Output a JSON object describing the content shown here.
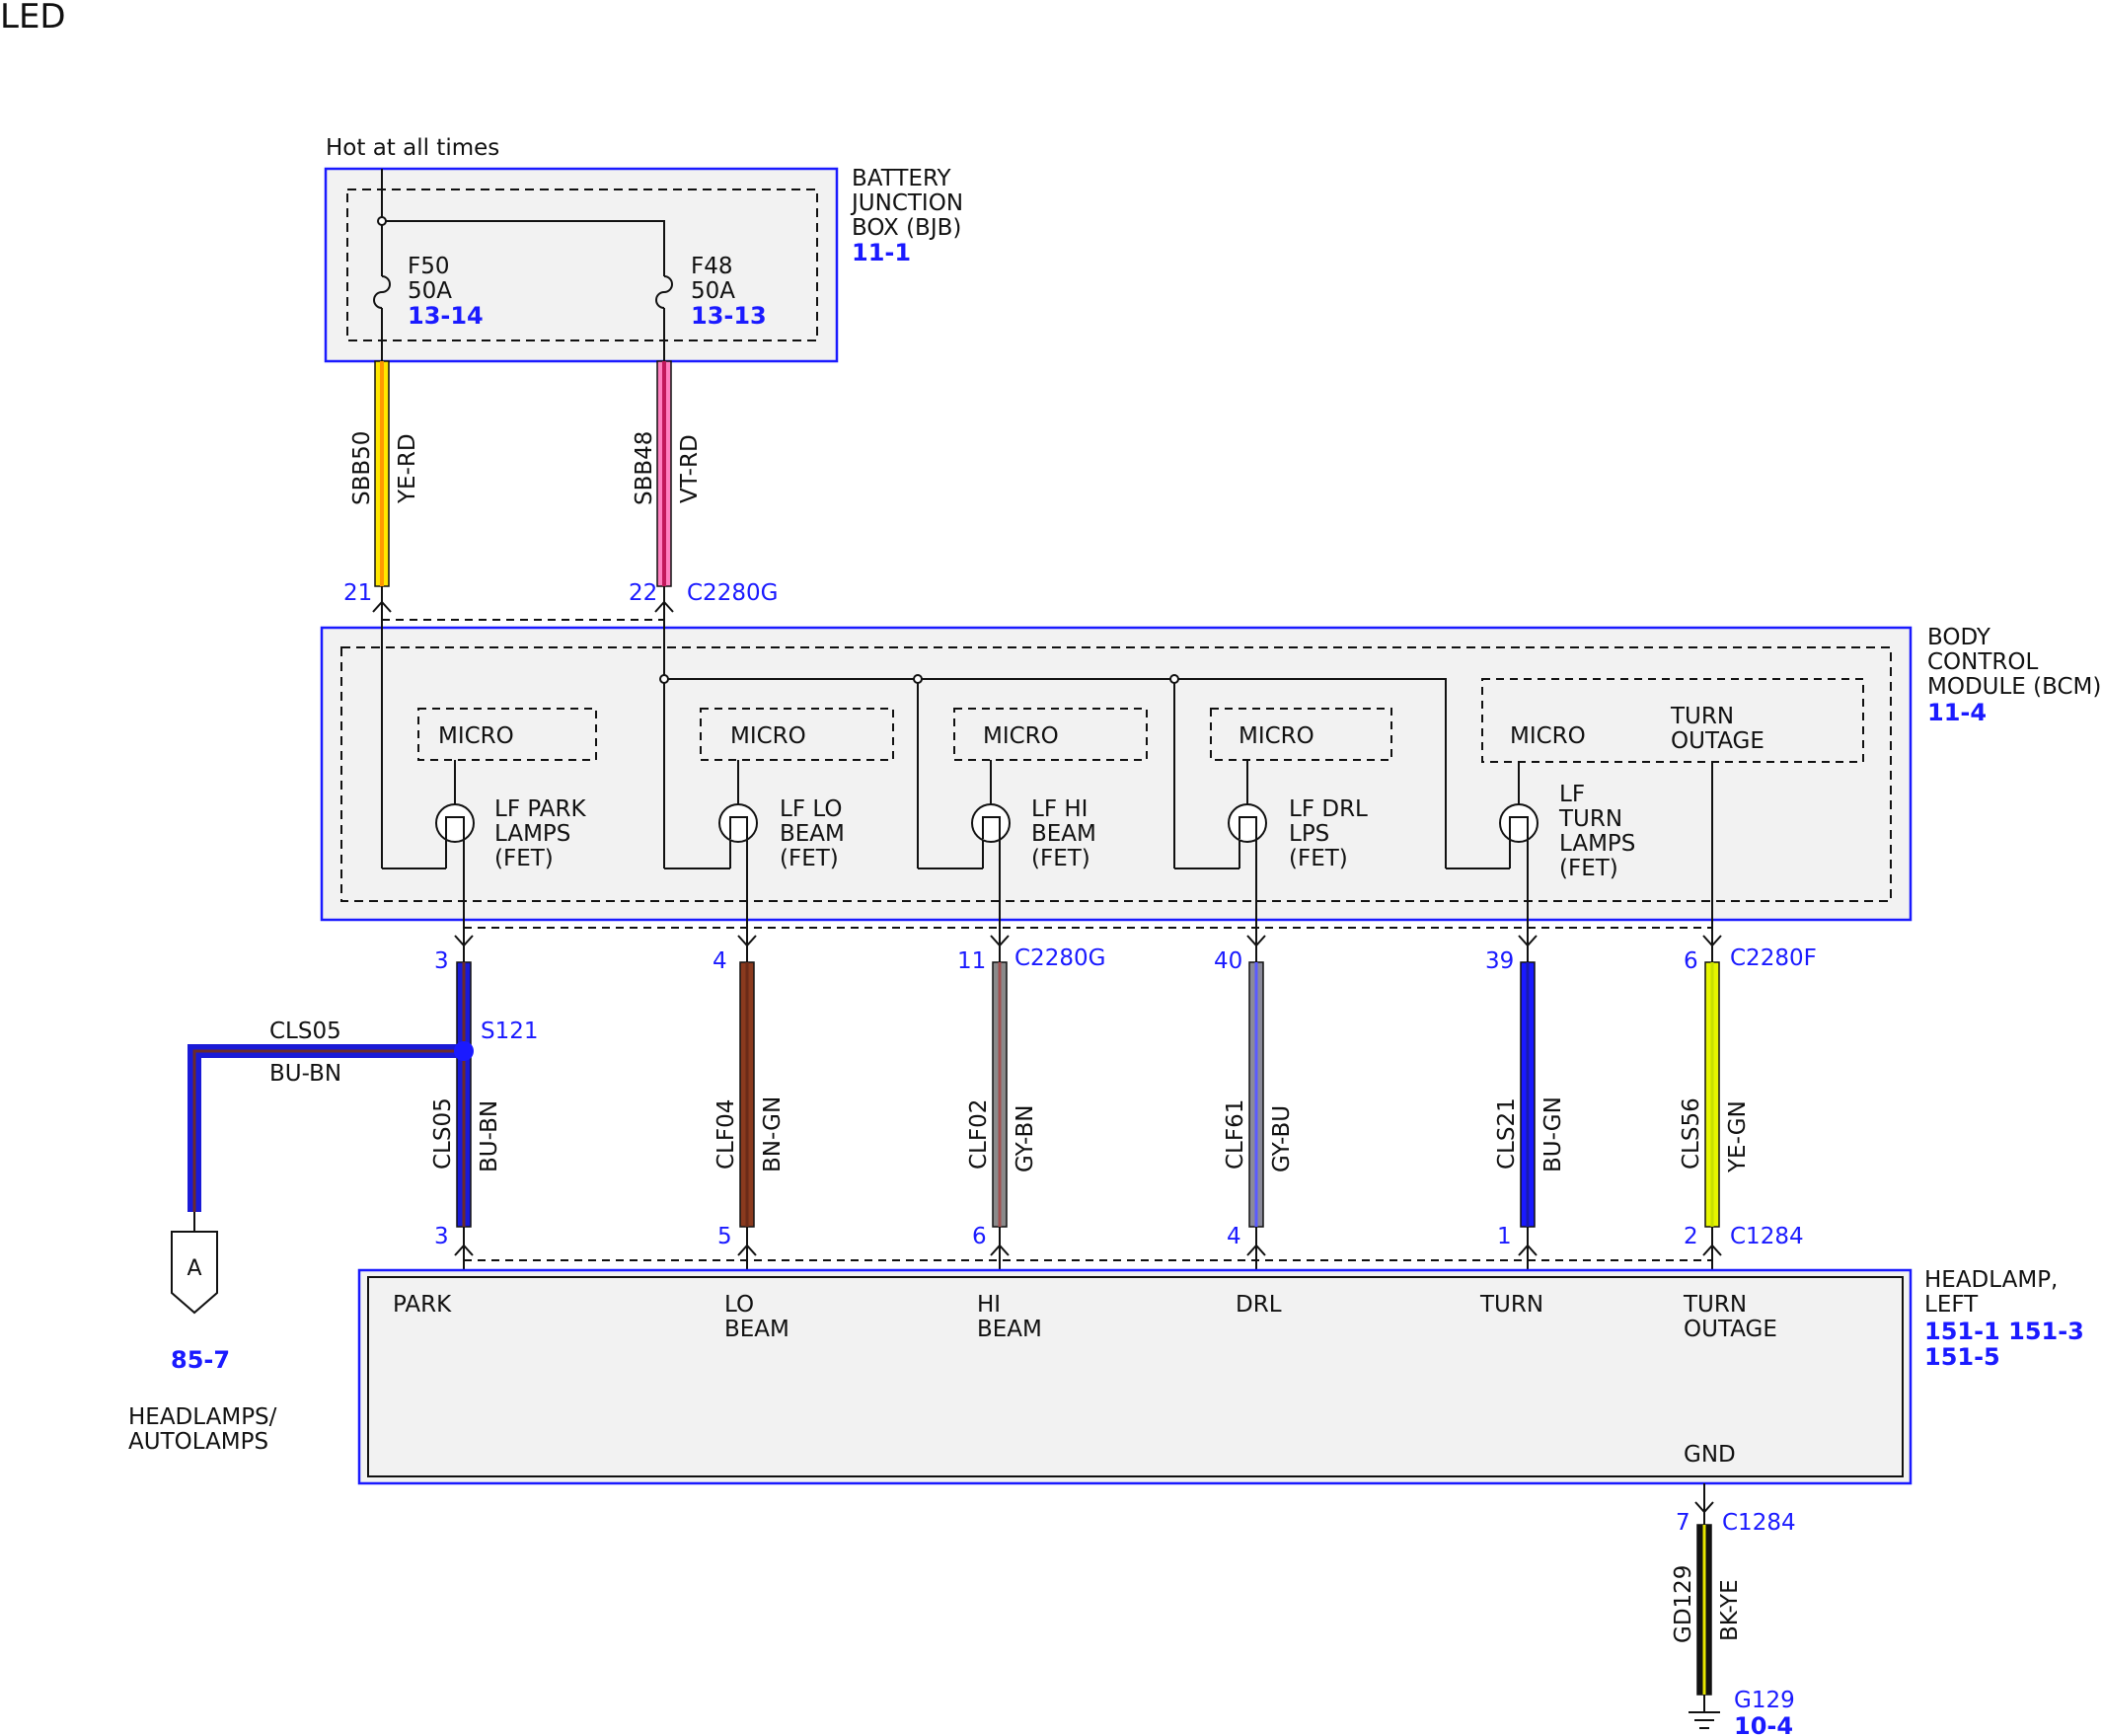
{
  "page_title": "LED",
  "colors": {
    "accent_blue": "#1a1aff",
    "box_fill": "#f2f2f2"
  },
  "bjb": {
    "supply_label": "Hot at all times",
    "name_lines": [
      "BATTERY",
      "JUNCTION",
      "BOX (BJB)"
    ],
    "ref": "11-1",
    "fuses": [
      {
        "id": "F50",
        "rating": "50A",
        "ref": "13-14"
      },
      {
        "id": "F48",
        "rating": "50A",
        "ref": "13-13"
      }
    ]
  },
  "supply_wires": [
    {
      "circuit": "SBB50",
      "color_code": "YE-RD",
      "pin": "21",
      "stripe": [
        "#ff9900",
        "#ffe600"
      ]
    },
    {
      "circuit": "SBB48",
      "color_code": "VT-RD",
      "pin": "22",
      "connector": "C2280G",
      "stripe": [
        "#c2185b",
        "#ff80c0"
      ]
    }
  ],
  "bcm": {
    "name_lines": [
      "BODY",
      "CONTROL",
      "MODULE (BCM)"
    ],
    "ref": "11-4",
    "micro_label": "MICRO",
    "turn_outage_lines": [
      "TURN",
      "OUTAGE"
    ],
    "outputs": [
      {
        "lines": [
          "LF PARK",
          "LAMPS",
          "(FET)"
        ]
      },
      {
        "lines": [
          "LF LO",
          "BEAM",
          "(FET)"
        ]
      },
      {
        "lines": [
          "LF HI",
          "BEAM",
          "(FET)"
        ]
      },
      {
        "lines": [
          "LF DRL",
          "LPS",
          "(FET)"
        ]
      },
      {
        "lines": [
          "LF",
          "TURN",
          "LAMPS",
          "(FET)"
        ]
      }
    ]
  },
  "output_wires": [
    {
      "circuit": "CLS05",
      "color_code": "BU-BN",
      "bcm_pin": "3",
      "lamp_pin": "3",
      "stripe": [
        "#1a1ad6",
        "#6b2b2b"
      ]
    },
    {
      "circuit": "CLF04",
      "color_code": "BN-GN",
      "bcm_pin": "4",
      "lamp_pin": "5",
      "stripe": [
        "#6b2b18",
        "#8a3a1e"
      ]
    },
    {
      "circuit": "CLF02",
      "color_code": "GY-BN",
      "bcm_pin": "11",
      "lamp_pin": "6",
      "bcm_connector": "C2280G",
      "stripe": [
        "#8a8a8a",
        "#a05050"
      ]
    },
    {
      "circuit": "CLF61",
      "color_code": "GY-BU",
      "bcm_pin": "40",
      "lamp_pin": "4",
      "stripe": [
        "#8a8a9a",
        "#5a5aff"
      ]
    },
    {
      "circuit": "CLS21",
      "color_code": "BU-GN",
      "bcm_pin": "39",
      "lamp_pin": "1",
      "stripe": [
        "#1a1aff",
        "#1a1ab0"
      ]
    },
    {
      "circuit": "CLS56",
      "color_code": "YE-GN",
      "bcm_pin": "6",
      "lamp_pin": "2",
      "bcm_connector": "C2280F",
      "lamp_connector": "C1284",
      "stripe": [
        "#e6f500",
        "#c8e000"
      ]
    }
  ],
  "splice": {
    "id": "S121",
    "branch_circuit": "CLS05",
    "branch_color": "BU-BN",
    "connector_letter": "A",
    "ref": "85-7",
    "dest_lines": [
      "HEADLAMPS/",
      "AUTOLAMPS"
    ]
  },
  "headlamp": {
    "name_lines": [
      "HEADLAMP,",
      "LEFT"
    ],
    "refs": [
      "151-1 151-3",
      "151-5"
    ],
    "inputs": [
      {
        "lines": [
          "PARK"
        ]
      },
      {
        "lines": [
          "LO",
          "BEAM"
        ]
      },
      {
        "lines": [
          "HI",
          "BEAM"
        ]
      },
      {
        "lines": [
          "DRL"
        ]
      },
      {
        "lines": [
          "TURN"
        ]
      },
      {
        "lines": [
          "TURN",
          "OUTAGE"
        ]
      }
    ],
    "gnd_label": "GND"
  },
  "ground": {
    "pin": "7",
    "connector": "C1284",
    "circuit": "GD129",
    "color_code": "BK-YE",
    "ground_id": "G129",
    "ref": "10-4",
    "stripe": [
      "#111111",
      "#e6e600"
    ]
  }
}
